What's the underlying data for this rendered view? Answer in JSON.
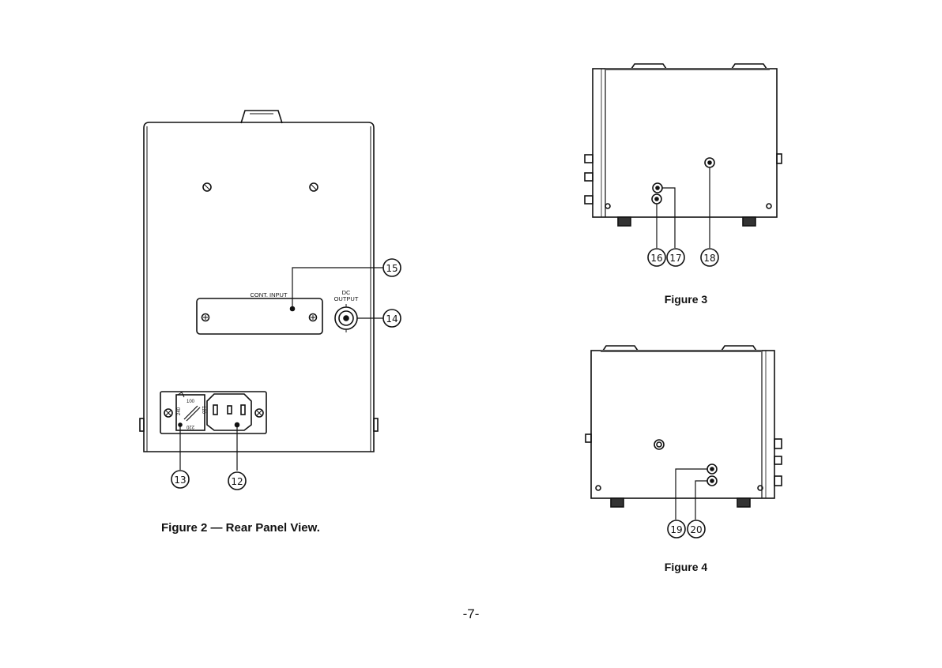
{
  "figure2": {
    "caption": "Figure 2 — Rear Panel View.",
    "cont_input_label": "CONT. INPUT",
    "dc_label": "DC",
    "output_label": "OUTPUT",
    "voltage_100": "100",
    "voltage_120": "120",
    "voltage_220": "220",
    "voltage_240": "240",
    "callouts": [
      "12",
      "13",
      "14",
      "15"
    ]
  },
  "figure3": {
    "caption": "Figure 3",
    "callouts": [
      "16",
      "17",
      "18"
    ]
  },
  "figure4": {
    "caption": "Figure 4",
    "callouts": [
      "19",
      "20"
    ]
  },
  "page_number": "-7-"
}
